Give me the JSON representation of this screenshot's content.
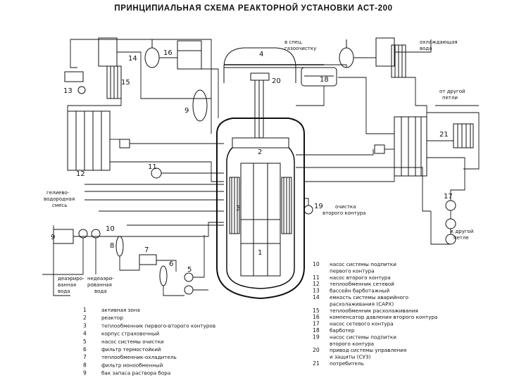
{
  "title": "ПРИНЦИПИАЛЬНАЯ СХЕМА РЕАКТОРНОЙ УСТАНОВКИ АСТ-200",
  "labels": {
    "gas_cleanup": [
      "в спец.",
      "газоочистку"
    ],
    "cooling_water": [
      "охлаждающая",
      "вода"
    ],
    "from_other_loop_top": [
      "от другой",
      "петли"
    ],
    "to_other_loop_bottom": [
      "к другой",
      "петле"
    ],
    "helium_hydrogen": [
      "гелиево-",
      "водородная",
      "смесь"
    ],
    "cleanup_second_loop": [
      "очистка",
      "второго контура"
    ],
    "deaerated_water": [
      "деаэриро-",
      "ванная",
      "вода"
    ],
    "non_deaerated_water": [
      "недеаэри-",
      "рованная",
      "вода"
    ]
  },
  "numbers": [
    "1",
    "2",
    "3",
    "4",
    "5",
    "6",
    "7",
    "8",
    "9",
    "10",
    "11",
    "12",
    "13",
    "14",
    "15",
    "16",
    "17",
    "18",
    "19",
    "20",
    "21"
  ],
  "legend_left": [
    {
      "n": "1",
      "text": "активная зона"
    },
    {
      "n": "2",
      "text": "реактор"
    },
    {
      "n": "3",
      "text": "теплообменник первого-второго контуров"
    },
    {
      "n": "4",
      "text": "корпус страховочный"
    },
    {
      "n": "5",
      "text": "насос системы очистки"
    },
    {
      "n": "6",
      "text": "фильтр термостойкий"
    },
    {
      "n": "7",
      "text": "теплообменник-охладитель"
    },
    {
      "n": "8",
      "text": "фильтр ионообменный"
    },
    {
      "n": "9",
      "text": "бак запаса раствора бора"
    }
  ],
  "legend_right": [
    {
      "n": "10",
      "lines": [
        "насос системы подпитки",
        "первого контура"
      ]
    },
    {
      "n": "11",
      "lines": [
        "насос второго контура"
      ]
    },
    {
      "n": "12",
      "lines": [
        "теплообменник сетевой"
      ]
    },
    {
      "n": "13",
      "lines": [
        "бассейн барботажный"
      ]
    },
    {
      "n": "14",
      "lines": [
        "емкость системы аварийного",
        "расхолаживания (САРХ)"
      ]
    },
    {
      "n": "15",
      "lines": [
        "теплообменник расхолаживания"
      ]
    },
    {
      "n": "16",
      "lines": [
        "компенсатор давления второго контура"
      ]
    },
    {
      "n": "17",
      "lines": [
        "насос сетевого контура"
      ]
    },
    {
      "n": "18",
      "lines": [
        "барботер"
      ]
    },
    {
      "n": "19",
      "lines": [
        "насос системы подпитки",
        "второго контура"
      ]
    },
    {
      "n": "20",
      "lines": [
        "привод системы управления",
        "и защиты (СУЗ)"
      ]
    },
    {
      "n": "21",
      "lines": [
        "потребитель"
      ]
    }
  ]
}
